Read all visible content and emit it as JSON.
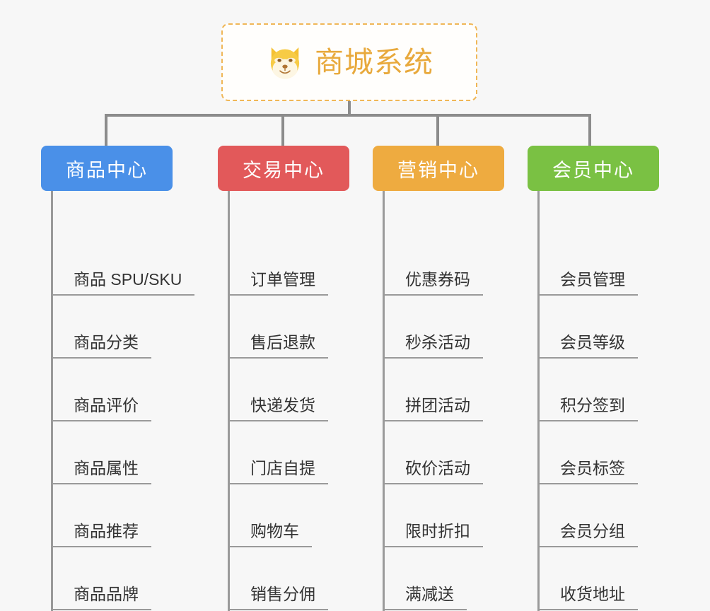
{
  "canvas": {
    "background_color": "#f7f7f7",
    "connector_color": "#8c8c8c"
  },
  "root": {
    "title": "商城系统",
    "icon": "shiba-dog-face-icon",
    "text_color": "#e8a93c",
    "border_color": "#f0b757",
    "background_color": "#fffefc"
  },
  "branches": [
    {
      "label": "商品中心",
      "color": "#4a90e8",
      "items": [
        "商品 SPU/SKU",
        "商品分类",
        "商品评价",
        "商品属性",
        "商品推荐",
        "商品品牌"
      ]
    },
    {
      "label": "交易中心",
      "color": "#e2595a",
      "items": [
        "订单管理",
        "售后退款",
        "快递发货",
        "门店自提",
        "购物车",
        "销售分佣"
      ]
    },
    {
      "label": "营销中心",
      "color": "#eeab40",
      "items": [
        "优惠券码",
        "秒杀活动",
        "拼团活动",
        "砍价活动",
        "限时折扣",
        "满减送"
      ]
    },
    {
      "label": "会员中心",
      "color": "#7ac143",
      "items": [
        "会员管理",
        "会员等级",
        "积分签到",
        "会员标签",
        "会员分组",
        "收货地址"
      ]
    }
  ]
}
